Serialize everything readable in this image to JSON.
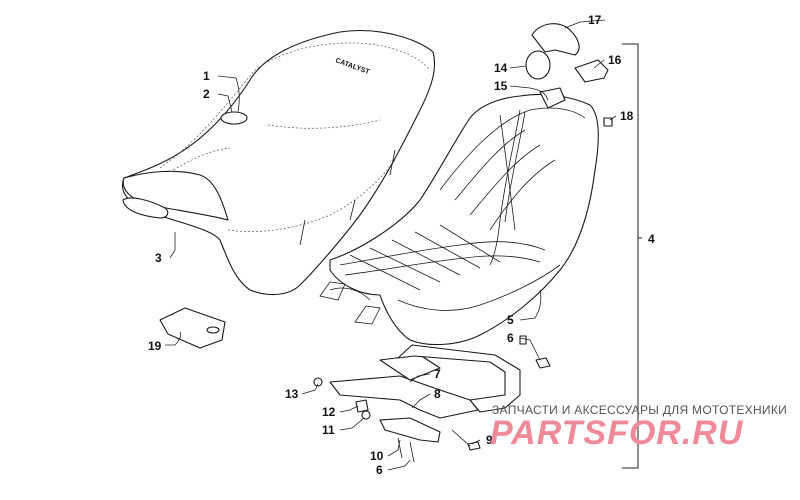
{
  "diagram": {
    "callouts": [
      "1",
      "2",
      "3",
      "4",
      "5",
      "6",
      "6",
      "7",
      "8",
      "9",
      "10",
      "11",
      "12",
      "13",
      "14",
      "15",
      "16",
      "17",
      "18",
      "19"
    ],
    "seat_logo": "CATALYST"
  },
  "watermark": {
    "subtitle": "ЗАПЧАСТИ И АКСЕССУАРЫ ДЛЯ МОТОТЕХНИКИ",
    "logo": "PARTSFOR.RU"
  },
  "colors": {
    "line": "#1a1a1a",
    "watermark_logo": "#f08a98",
    "watermark_text": "#555555"
  }
}
